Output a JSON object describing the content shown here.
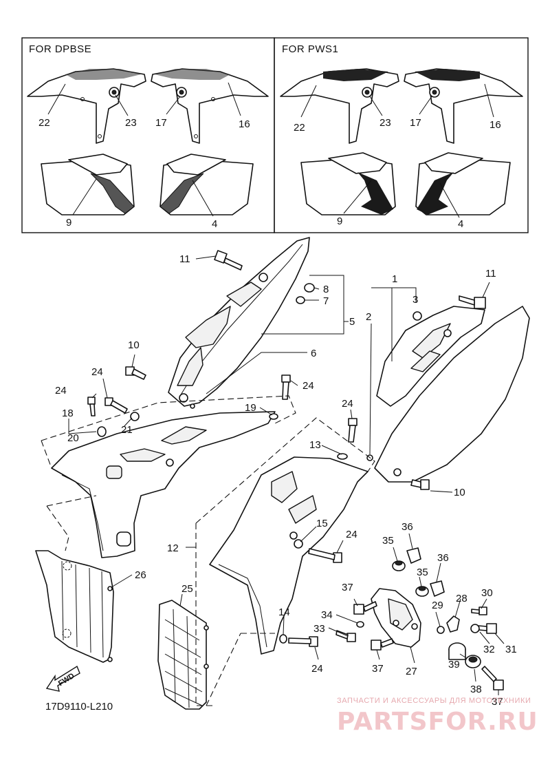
{
  "panels": {
    "left_title": "FOR DPBSE",
    "right_title": "FOR PWS1"
  },
  "inset_labels_left": [
    "22",
    "23",
    "17",
    "16",
    "9",
    "4"
  ],
  "inset_labels_right": [
    "22",
    "23",
    "17",
    "16",
    "9",
    "4"
  ],
  "main_labels": {
    "p1": "1",
    "p2": "2",
    "p3": "3",
    "p4": "5",
    "p6": "6",
    "p7": "7",
    "p8": "8",
    "p10a": "10",
    "p10b": "10",
    "p11a": "11",
    "p11b": "11",
    "p12": "12",
    "p13": "13",
    "p14": "14",
    "p15": "15",
    "p18": "18",
    "p19": "19",
    "p20": "20",
    "p21": "21",
    "p24a": "24",
    "p24b": "24",
    "p24c": "24",
    "p24d": "24",
    "p24e": "24",
    "p24f": "24",
    "p25": "25",
    "p26": "26",
    "p27": "27",
    "p28": "28",
    "p29": "29",
    "p30": "30",
    "p31": "31",
    "p32": "32",
    "p33": "33",
    "p34": "34",
    "p35a": "35",
    "p35b": "35",
    "p36a": "36",
    "p36b": "36",
    "p37a": "37",
    "p37b": "37",
    "p37c": "37",
    "p38": "38",
    "p39": "39"
  },
  "fwd_label": "FWD",
  "diagram_code": "17D9110-L210",
  "watermark": {
    "tagline": "ЗАПЧАСТИ И АКСЕССУАРЫ ДЛЯ МОТОТЕХНИКИ",
    "brand": "PARTSFOR.RU"
  },
  "colors": {
    "line": "#111111",
    "watermark": "#f2c6ca"
  }
}
